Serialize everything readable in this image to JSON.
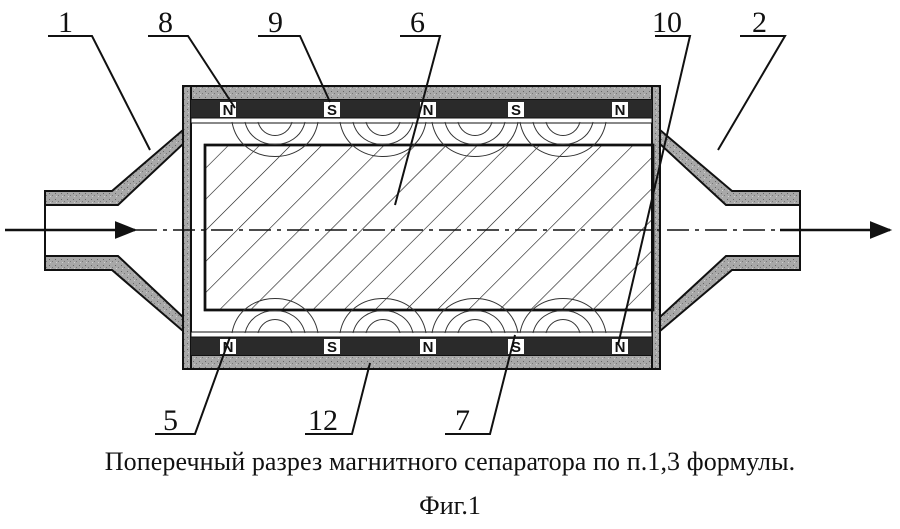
{
  "labels": {
    "l1": "1",
    "l2": "2",
    "l5": "5",
    "l6": "6",
    "l7": "7",
    "l8": "8",
    "l9": "9",
    "l10": "10",
    "l12": "12"
  },
  "poles": {
    "top": [
      "N",
      "S",
      "N",
      "S",
      "N"
    ],
    "bottom": [
      "N",
      "S",
      "N",
      "S",
      "N"
    ]
  },
  "caption": {
    "line1": "Поперечный разрез магнитного сепаратора по п.1,3 формулы.",
    "line2": "Фиг.1"
  },
  "colors": {
    "ink": "#111111",
    "shell": "#9b9b9b",
    "magnet_strip": "#2a2a2a",
    "background": "#ffffff"
  }
}
